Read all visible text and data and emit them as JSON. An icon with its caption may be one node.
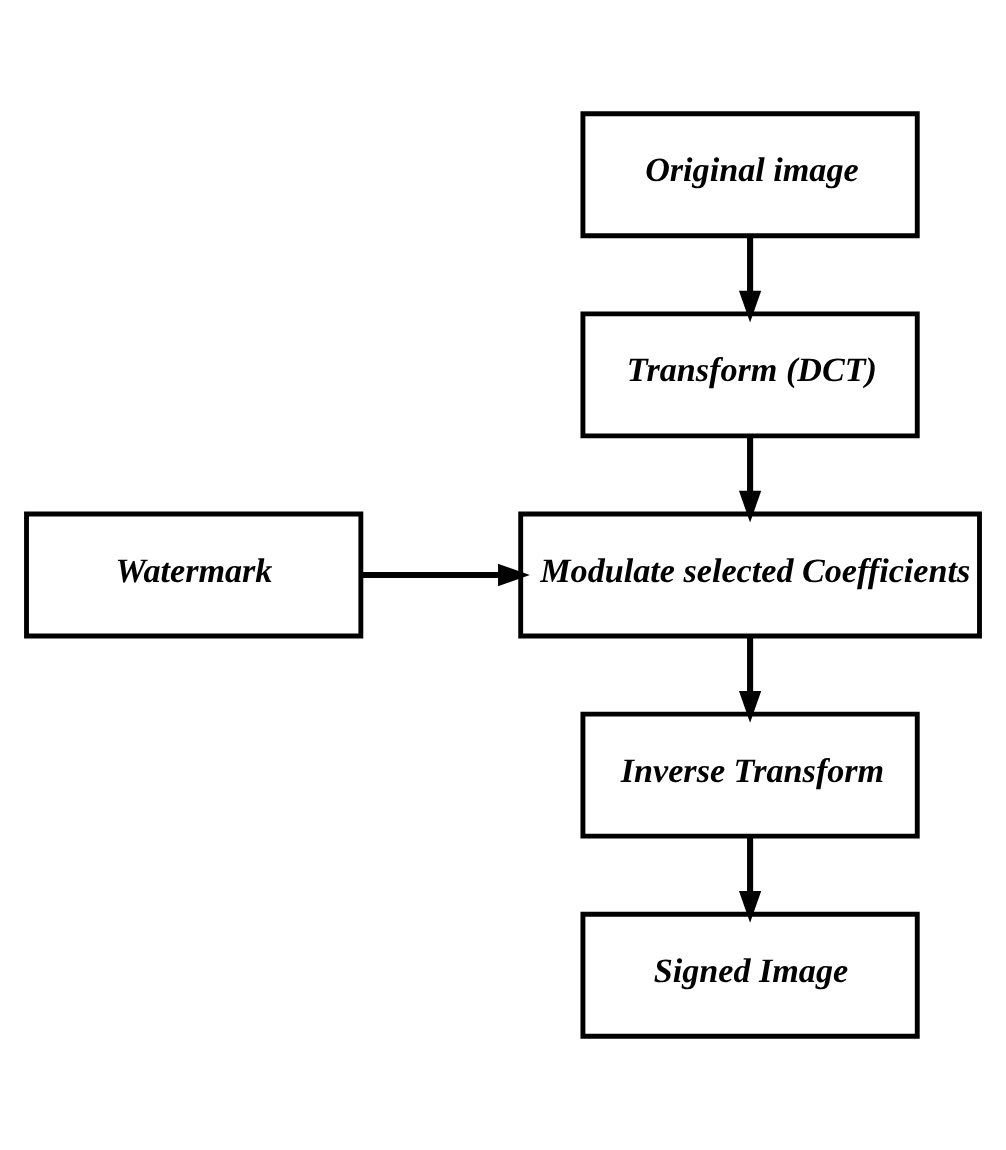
{
  "diagram": {
    "nodes": [
      {
        "text": [
          "Original image"
        ]
      },
      {
        "text": [
          "Transform (DCT)"
        ]
      },
      {
        "text": [
          "Modulate selected Coefficients"
        ]
      },
      {
        "text": [
          "Watermark"
        ]
      },
      {
        "text": [
          "Inverse Transform"
        ]
      },
      {
        "text": [
          "Signed Image"
        ]
      }
    ],
    "edges": [
      {
        "from": 0,
        "to": 1,
        "arrow": "to"
      },
      {
        "from": 1,
        "to": 2,
        "arrow": "to"
      },
      {
        "from": 3,
        "to": 2,
        "arrow": "to"
      },
      {
        "from": 2,
        "to": 4,
        "arrow": "to"
      },
      {
        "from": 4,
        "to": 5,
        "arrow": "to"
      }
    ]
  }
}
